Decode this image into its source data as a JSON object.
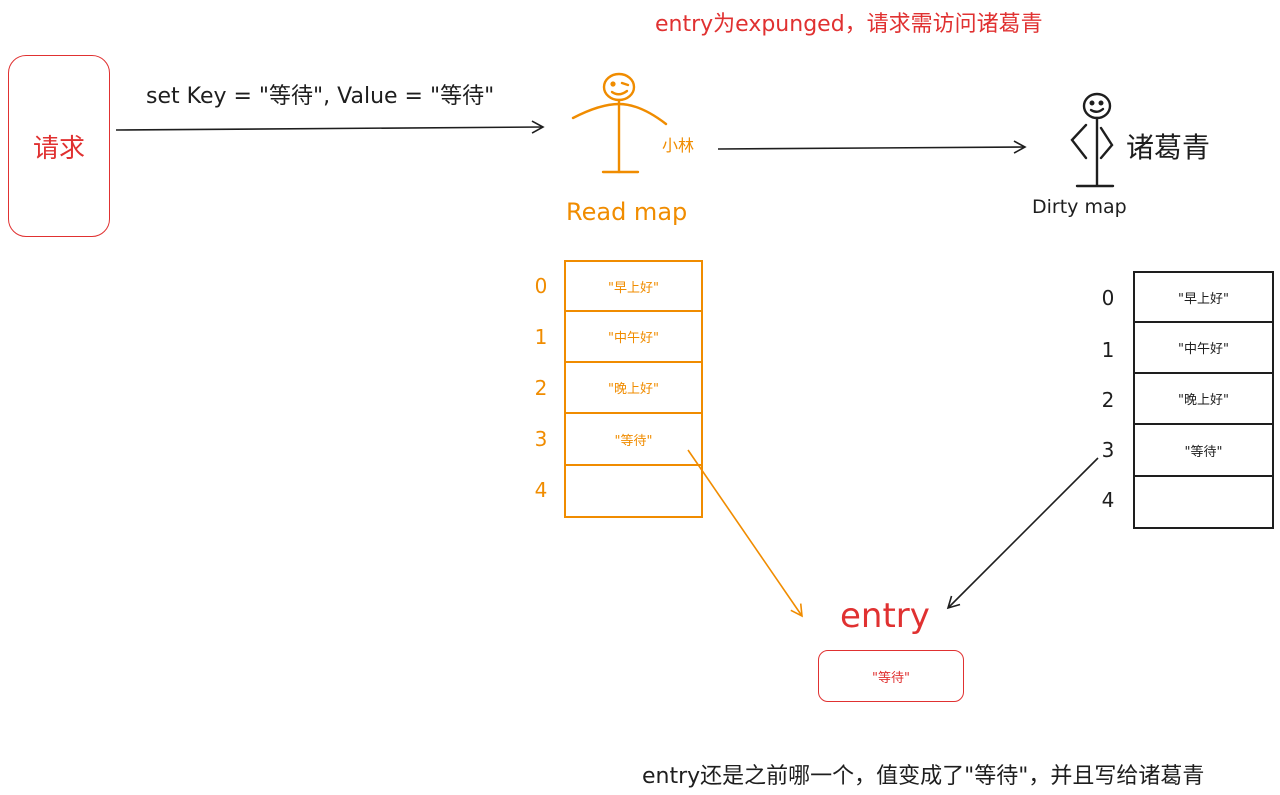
{
  "header_note": "entry为expunged，请求需访问诸葛青",
  "request": {
    "label": "请求"
  },
  "request_arrow_label": "set Key = \"等待\", Value = \"等待\"",
  "xiaolin": {
    "name": "小林",
    "map_label": "Read map"
  },
  "zhuge": {
    "name": "诸葛青",
    "map_label": "Dirty map"
  },
  "read_map": {
    "indices": [
      "0",
      "1",
      "2",
      "3",
      "4"
    ],
    "values": [
      "\"早上好\"",
      "\"中午好\"",
      "\"晚上好\"",
      "\"等待\"",
      ""
    ]
  },
  "dirty_map": {
    "indices": [
      "0",
      "1",
      "2",
      "3",
      "4"
    ],
    "values": [
      "\"早上好\"",
      "\"中午好\"",
      "\"晚上好\"",
      "\"等待\"",
      ""
    ]
  },
  "entry": {
    "label": "entry",
    "value": "\"等待\""
  },
  "footer_note": "entry还是之前哪一个，值变成了\"等待\"，并且写给诸葛青",
  "colors": {
    "orange": "#f08c00",
    "red": "#e03131",
    "black": "#1e1e1e"
  }
}
